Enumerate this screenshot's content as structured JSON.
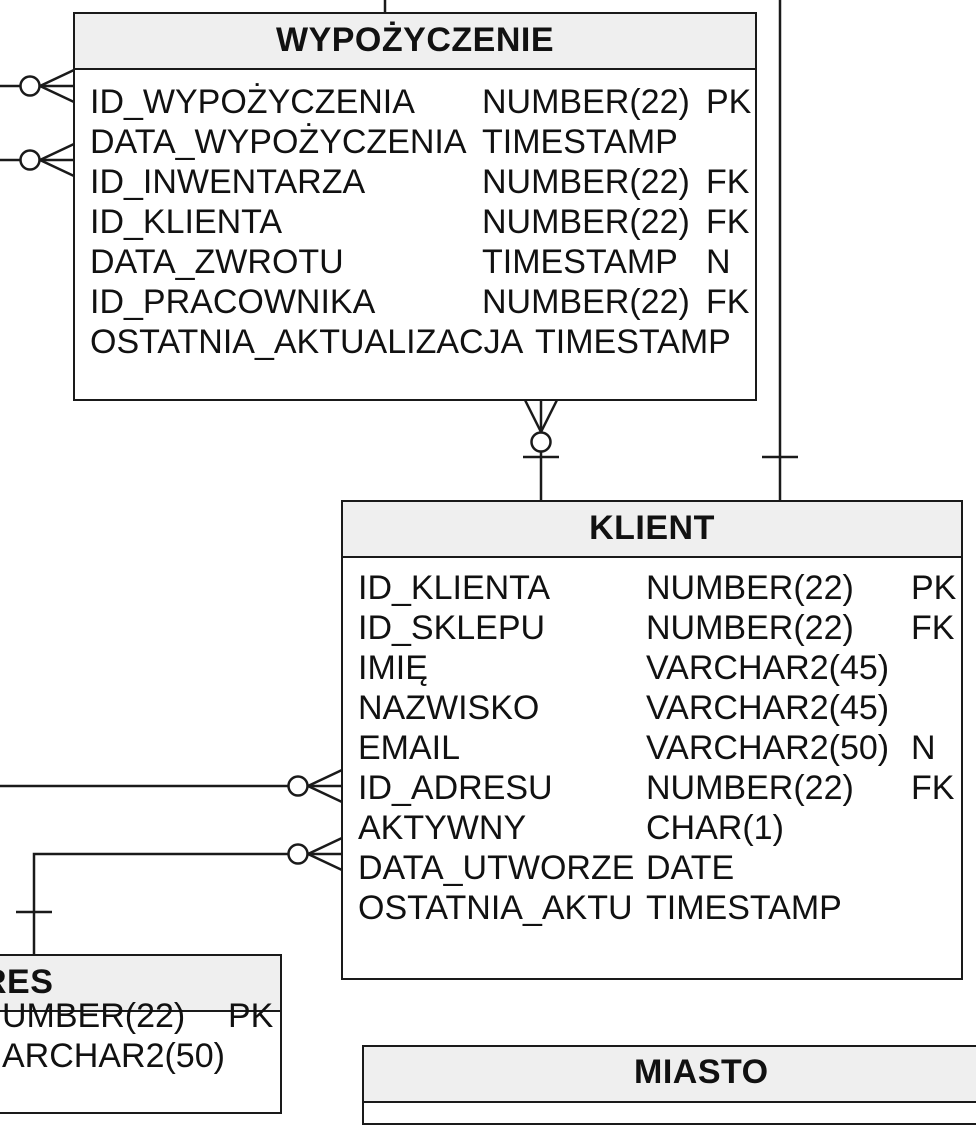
{
  "entities": {
    "wypozyczenie": {
      "name": "WYPOŻYCZENIE",
      "attributes": [
        {
          "name": "ID_WYPOŻYCZENIA",
          "type": "NUMBER(22)",
          "key": "PK"
        },
        {
          "name": "DATA_WYPOŻYCZENIA",
          "type": "TIMESTAMP",
          "key": ""
        },
        {
          "name": "ID_INWENTARZA",
          "type": "NUMBER(22)",
          "key": "FK"
        },
        {
          "name": "ID_KLIENTA",
          "type": "NUMBER(22)",
          "key": "FK"
        },
        {
          "name": "DATA_ZWROTU",
          "type": "TIMESTAMP",
          "key": "N"
        },
        {
          "name": "ID_PRACOWNIKA",
          "type": "NUMBER(22)",
          "key": "FK"
        },
        {
          "name": "OSTATNIA_AKTUALIZACJA",
          "type": "TIMESTAMP",
          "key": ""
        }
      ]
    },
    "klient": {
      "name": "KLIENT",
      "attributes": [
        {
          "name": "ID_KLIENTA",
          "type": "NUMBER(22)",
          "key": "PK"
        },
        {
          "name": "ID_SKLEPU",
          "type": "NUMBER(22)",
          "key": "FK"
        },
        {
          "name": "IMIĘ",
          "type": "VARCHAR2(45)",
          "key": ""
        },
        {
          "name": "NAZWISKO",
          "type": "VARCHAR2(45)",
          "key": ""
        },
        {
          "name": "EMAIL",
          "type": "VARCHAR2(50)",
          "key": "N"
        },
        {
          "name": "ID_ADRESU",
          "type": "NUMBER(22)",
          "key": "FK"
        },
        {
          "name": "AKTYWNY",
          "type": "CHAR(1)",
          "key": ""
        },
        {
          "name": "DATA_UTWORZE",
          "type": "DATE",
          "key": ""
        },
        {
          "name": "OSTATNIA_AKTU",
          "type": "TIMESTAMP",
          "key": ""
        }
      ]
    },
    "adres": {
      "name": "RES",
      "attributes": [
        {
          "name": "",
          "type": "UMBER(22)",
          "key": "PK"
        },
        {
          "name": "",
          "type": "ARCHAR2(50)",
          "key": ""
        }
      ]
    },
    "miasto": {
      "name": "MIASTO",
      "attributes": []
    }
  }
}
